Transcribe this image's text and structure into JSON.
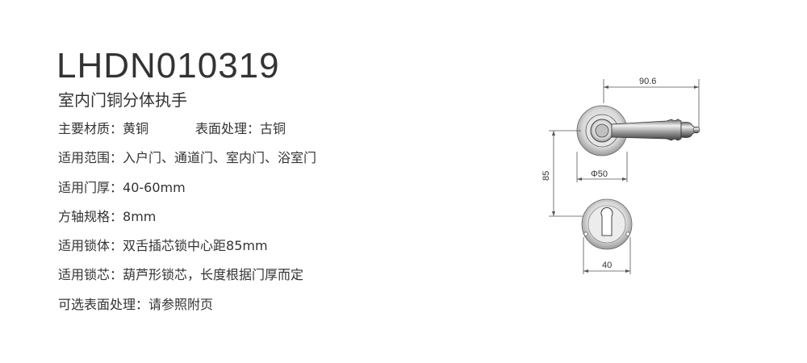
{
  "product": {
    "model": "LHDN010319",
    "subtitle": "室内门铜分体执手"
  },
  "specs": [
    {
      "label": "主要材质：",
      "value": "黄铜",
      "label2": "表面处理：",
      "value2": "古铜"
    },
    {
      "label": "适用范围：",
      "value": "入户门、通道门、室内门、浴室门"
    },
    {
      "label": "适用门厚：",
      "value": "40-60mm"
    },
    {
      "label": "方轴规格：",
      "value": "8mm"
    },
    {
      "label": "适用锁体：",
      "value": "双舌插芯锁中心距85mm"
    },
    {
      "label": "适用锁芯：",
      "value": "葫芦形锁芯，长度根据门厚而定"
    },
    {
      "label": "可选表面处理：",
      "value": "请参照附页"
    }
  ],
  "drawing": {
    "dim_length": "90.6",
    "dim_rose": "Φ50",
    "dim_center": "85",
    "dim_escutcheon": "40"
  }
}
